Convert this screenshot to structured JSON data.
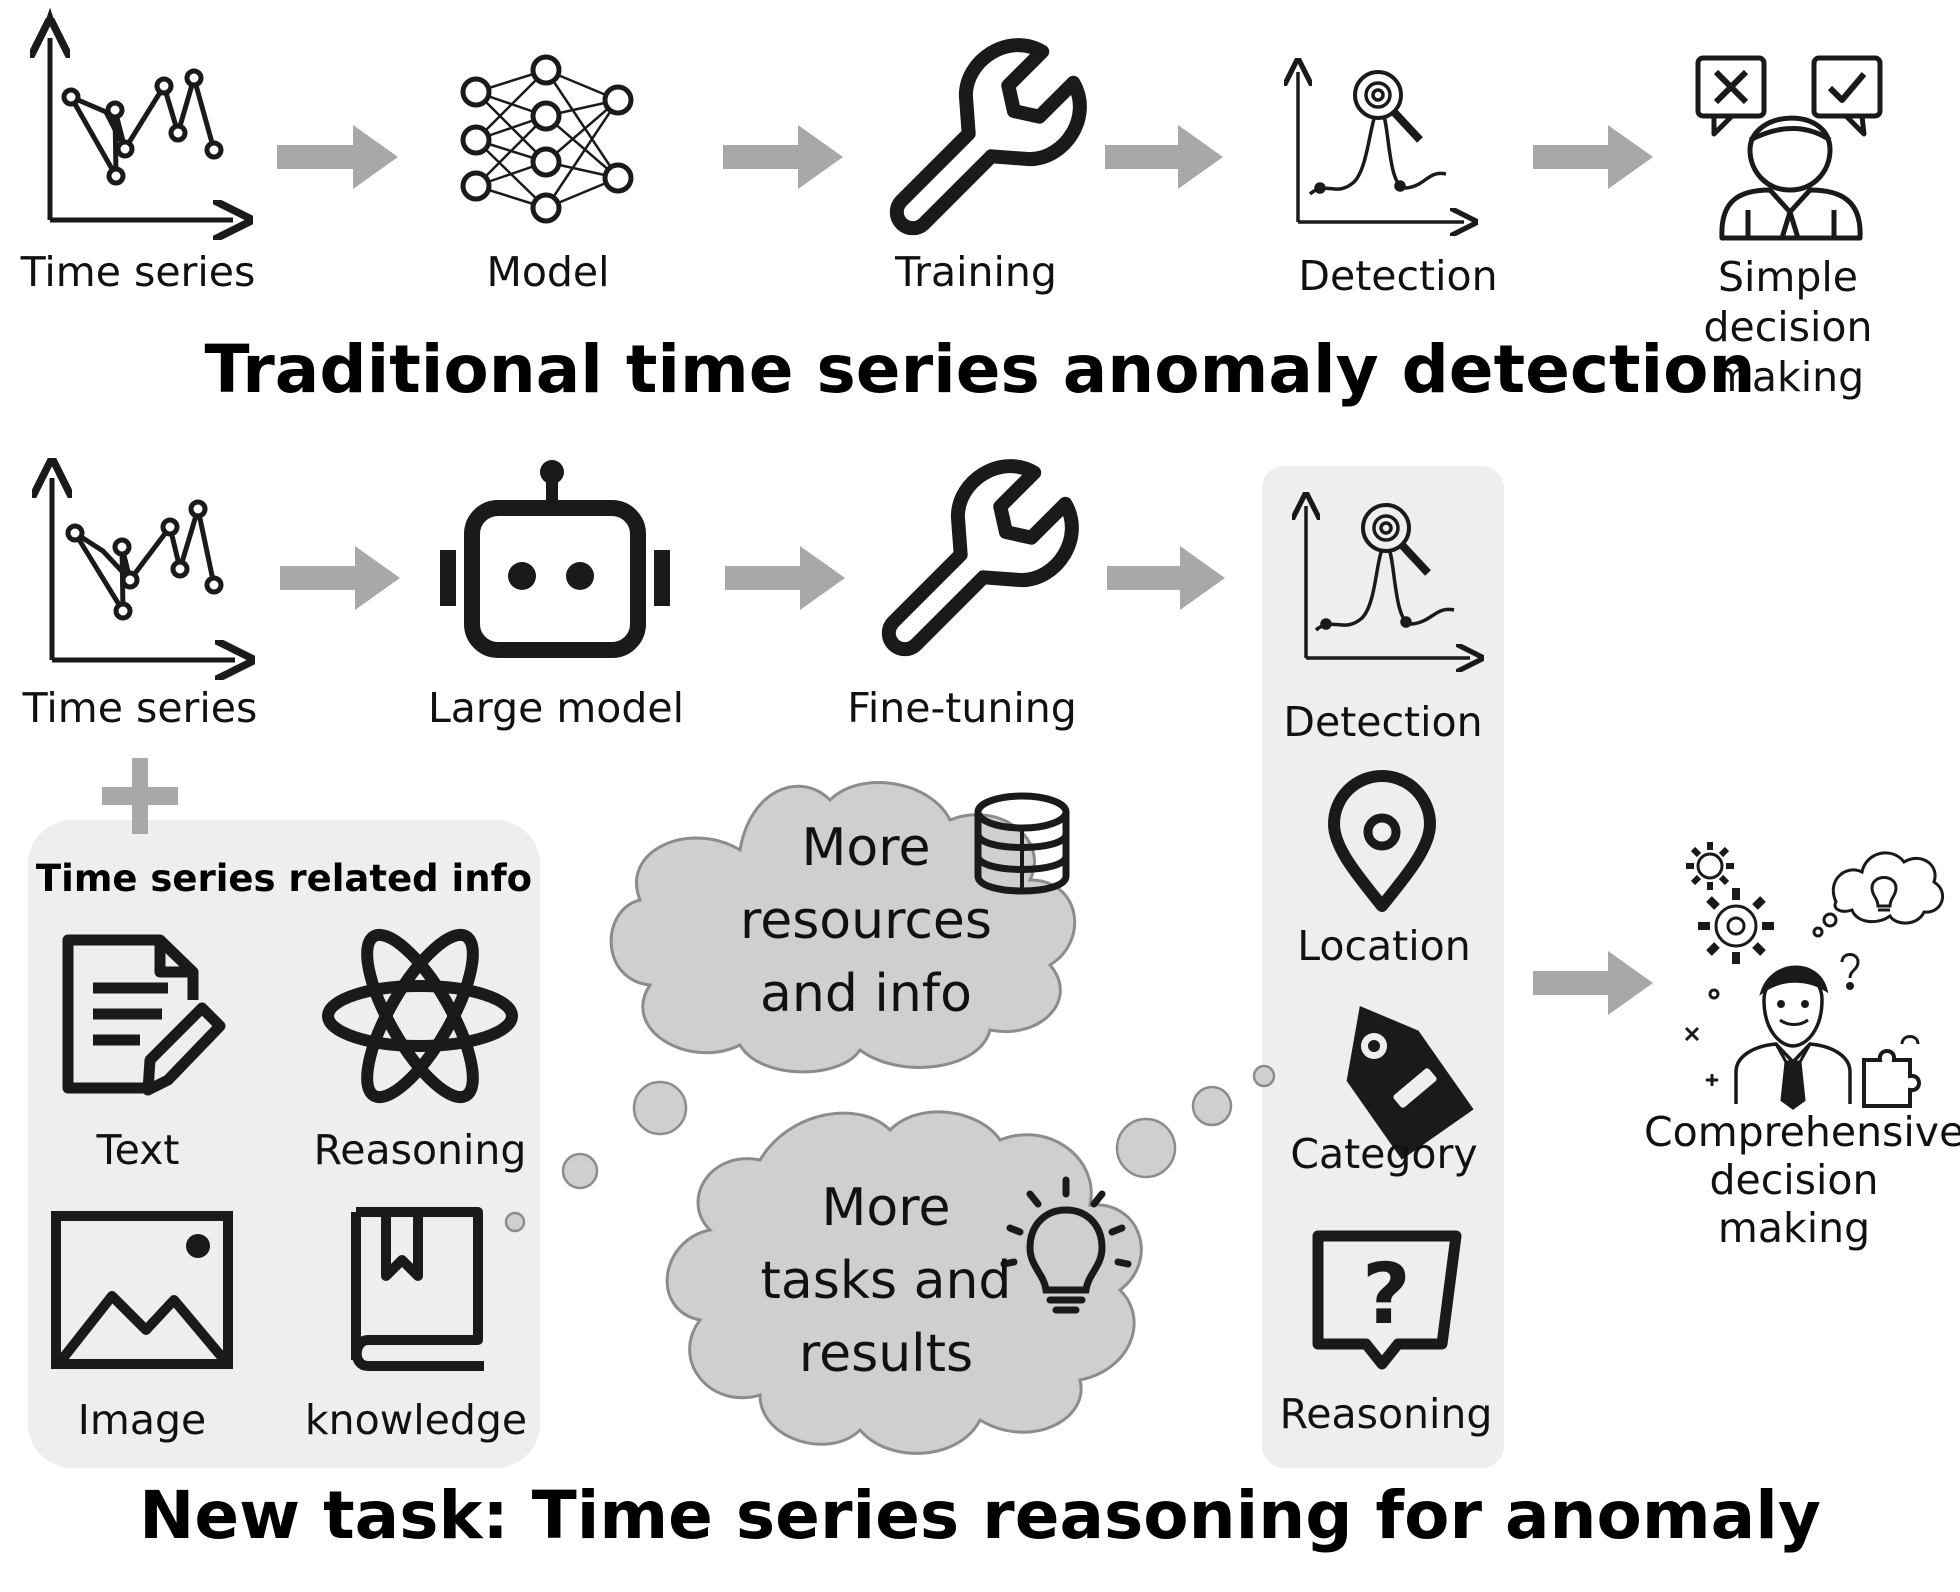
{
  "top_row": {
    "steps": [
      {
        "label": "Time series",
        "icon": "line-chart-icon"
      },
      {
        "label": "Model",
        "icon": "neural-network-icon"
      },
      {
        "label": "Training",
        "icon": "wrench-icon"
      },
      {
        "label": "Detection",
        "icon": "peak-detection-icon"
      },
      {
        "label": "Simple decision making",
        "icon": "person-decision-icon"
      }
    ],
    "title": "Traditional time series anomaly detection"
  },
  "bottom_row": {
    "steps": [
      {
        "label": "Time series",
        "icon": "line-chart-icon"
      },
      {
        "label": "Large model",
        "icon": "robot-icon"
      },
      {
        "label": "Fine-tuning",
        "icon": "wrench-icon"
      }
    ],
    "related_info": {
      "title": "Time series related info",
      "items": [
        {
          "label": "Text",
          "icon": "document-edit-icon"
        },
        {
          "label": "Reasoning",
          "icon": "atom-icon"
        },
        {
          "label": "Image",
          "icon": "image-icon"
        },
        {
          "label": "knowledge",
          "icon": "book-icon"
        }
      ]
    },
    "clouds": [
      {
        "lines": [
          "More",
          "resources",
          "and info"
        ],
        "icon": "database-icon"
      },
      {
        "lines": [
          "More",
          "tasks and",
          "results"
        ],
        "icon": "lightbulb-icon"
      }
    ],
    "tasks": [
      {
        "label": "Detection",
        "icon": "peak-detection-icon"
      },
      {
        "label": "Location",
        "icon": "location-pin-icon"
      },
      {
        "label": "Category",
        "icon": "tag-icon"
      },
      {
        "label": "Reasoning",
        "icon": "question-sign-icon"
      }
    ],
    "outcome": {
      "label": "Comprehensive decision making",
      "icon": "person-thinking-icon"
    },
    "title": "New task: Time series reasoning for anomaly"
  },
  "colors": {
    "arrow": "#a8a8a8",
    "panel": "#eeeeee",
    "cloud_fill": "#cfcfcf",
    "cloud_stroke": "#8c8c8c",
    "icon": "#1a1a1a"
  }
}
